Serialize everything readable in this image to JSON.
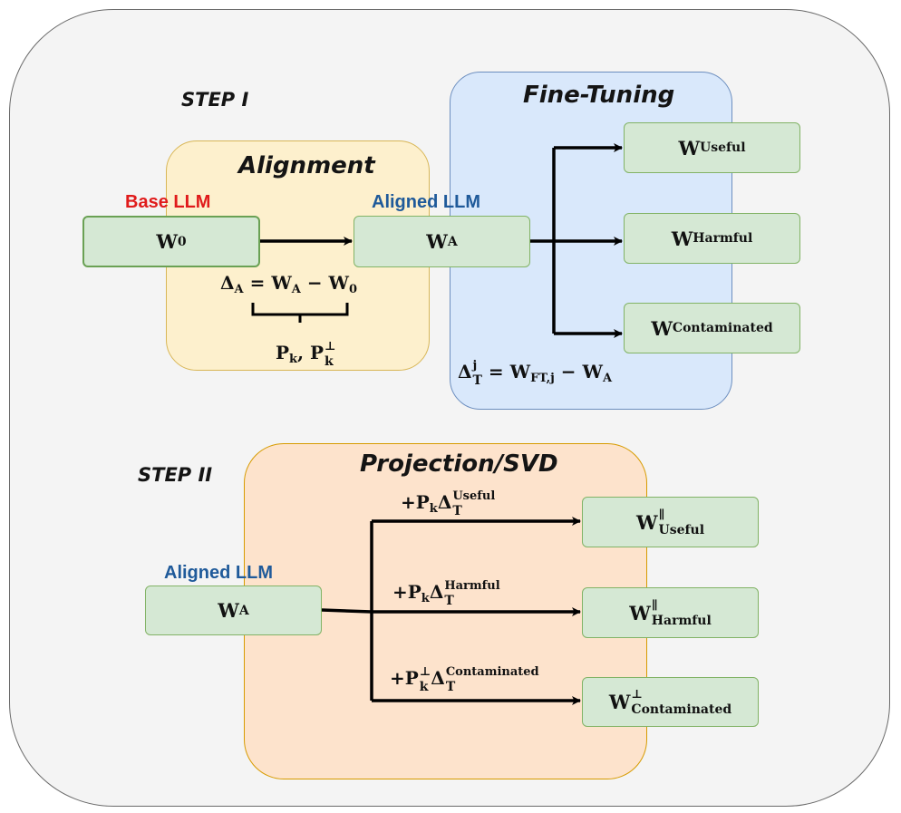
{
  "steps": {
    "step1": "STEP I",
    "step2": "STEP II"
  },
  "regions": {
    "alignment": "Alignment",
    "fine_tuning": "Fine-Tuning",
    "projection": "Projection/SVD"
  },
  "labels": {
    "base_llm": "Base LLM",
    "aligned_llm": "Aligned LLM",
    "aligned_llm_2": "Aligned LLM"
  },
  "nodes": {
    "w0": {
      "symbol": "W",
      "sub": "0"
    },
    "wa": {
      "symbol": "W",
      "sub": "A"
    },
    "wa2": {
      "symbol": "W",
      "sub": "A"
    },
    "w_useful": {
      "symbol": "W",
      "sub": "Useful"
    },
    "w_harmful": {
      "symbol": "W",
      "sub": "Harmful"
    },
    "w_contaminated": {
      "symbol": "W",
      "sub": "Contaminated"
    },
    "wp_useful": {
      "symbol": "W",
      "sup": "∥",
      "sub": "Useful"
    },
    "wp_harmful": {
      "symbol": "W",
      "sup": "∥",
      "sub": "Harmful"
    },
    "wp_contaminated": {
      "symbol": "W",
      "sup": "⊥",
      "sub": "Contaminated"
    }
  },
  "equations": {
    "delta_a": {
      "lhs": "Δ",
      "lhs_sub": "A",
      "rhs": "= W",
      "rhs_sub1": "A",
      "mid": " − W",
      "rhs_sub2": "0"
    },
    "projectors": {
      "p": "P",
      "p_sub": "k",
      "sep": ", ",
      "p2": "P",
      "p2_sub": "k",
      "p2_sup": "⊥"
    },
    "delta_t": {
      "lhs": "Δ",
      "lhs_sup": "j",
      "lhs_sub": "T",
      "rhs": " = W",
      "rhs_sub1": "FT,j",
      "mid": " − W",
      "rhs_sub2": "A"
    },
    "add_useful": {
      "prefix": "+P",
      "p_sub": "k",
      "p_sup": "",
      "delta": "Δ",
      "d_sub": "T",
      "d_sup": "Useful"
    },
    "add_harmful": {
      "prefix": "+P",
      "p_sub": "k",
      "p_sup": "",
      "delta": "Δ",
      "d_sub": "T",
      "d_sup": "Harmful"
    },
    "add_contaminated": {
      "prefix": "+P",
      "p_sub": "k",
      "p_sup": "⊥",
      "delta": "Δ",
      "d_sub": "T",
      "d_sup": "Contaminated"
    }
  },
  "colors": {
    "base_llm": "#e01b1b",
    "aligned_llm": "#1f5a9a"
  }
}
